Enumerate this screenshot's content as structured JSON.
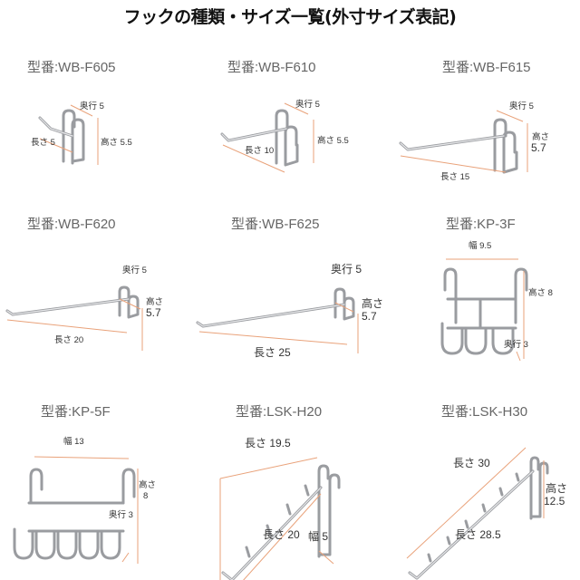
{
  "title": "フックの種類・サイズ一覧(外寸サイズ表記)",
  "colors": {
    "dimension_line": "#e9a27a",
    "wire": "#9a9ca0",
    "model_text": "#666666"
  },
  "products": [
    {
      "model": "型番:WB-F605",
      "depth": "奥行 5",
      "length": "長さ 5",
      "height": "高さ 5.5"
    },
    {
      "model": "型番:WB-F610",
      "depth": "奥行 5",
      "length": "長さ 10",
      "height": "高さ 5.5"
    },
    {
      "model": "型番:WB-F615",
      "depth": "奥行 5",
      "length": "長さ 15",
      "height_label": "高さ",
      "height_value": "5.7"
    },
    {
      "model": "型番:WB-F620",
      "depth": "奥行 5",
      "length": "長さ 20",
      "height_label": "高さ",
      "height_value": "5.7"
    },
    {
      "model": "型番:WB-F625",
      "depth": "奥行 5",
      "length": "長さ 25",
      "height_label": "高さ",
      "height_value": "5.7"
    },
    {
      "model": "型番:KP-3F",
      "width": "幅 9.5",
      "height": "高さ 8",
      "depth": "奥行 3"
    },
    {
      "model": "型番:KP-5F",
      "width": "幅 13",
      "height_label": "高さ",
      "height_value": "8",
      "depth": "奥行 3"
    },
    {
      "model": "型番:LSK-H20",
      "length_top": "長さ 19.5",
      "length": "長さ 20",
      "width": "幅 5"
    },
    {
      "model": "型番:LSK-H30",
      "length_top": "長さ 30",
      "height_label": "高さ",
      "height_value": "12.5",
      "length": "長さ 28.5"
    }
  ]
}
